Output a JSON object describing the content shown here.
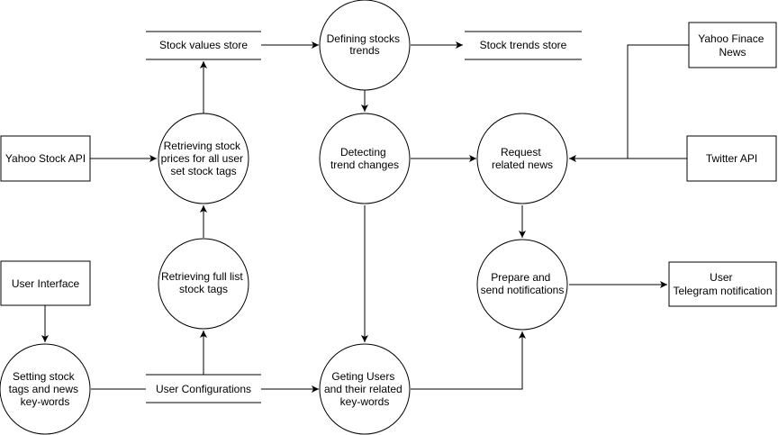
{
  "external_entities": {
    "yahoo_stock_api": [
      "Yahoo Stock API"
    ],
    "user_interface": [
      "User Interface"
    ],
    "yahoo_finance_news": [
      "Yahoo Finace",
      "News"
    ],
    "twitter_api": [
      "Twitter API"
    ],
    "user_telegram": [
      "User",
      "Telegram notification"
    ]
  },
  "processes": {
    "defining_trends": [
      "Defining stocks",
      "trends"
    ],
    "retrieving_prices": [
      "Retrieving stock",
      "prices for all user",
      "set stock tags"
    ],
    "detecting_changes": [
      "Detecting",
      "trend changes"
    ],
    "request_news": [
      "Request",
      "related news"
    ],
    "retrieving_tags": [
      "Retrieving full list",
      "stock tags"
    ],
    "prepare_notifications": [
      "Prepare and",
      "send notifications"
    ],
    "setting_tags": [
      "Setting stock",
      "tags and news",
      "key-words"
    ],
    "getting_users": [
      "Geting Users",
      "and their related",
      "key-words"
    ]
  },
  "data_stores": {
    "stock_values": "Stock values store",
    "stock_trends": "Stock trends store",
    "user_configurations": "User Configurations"
  }
}
